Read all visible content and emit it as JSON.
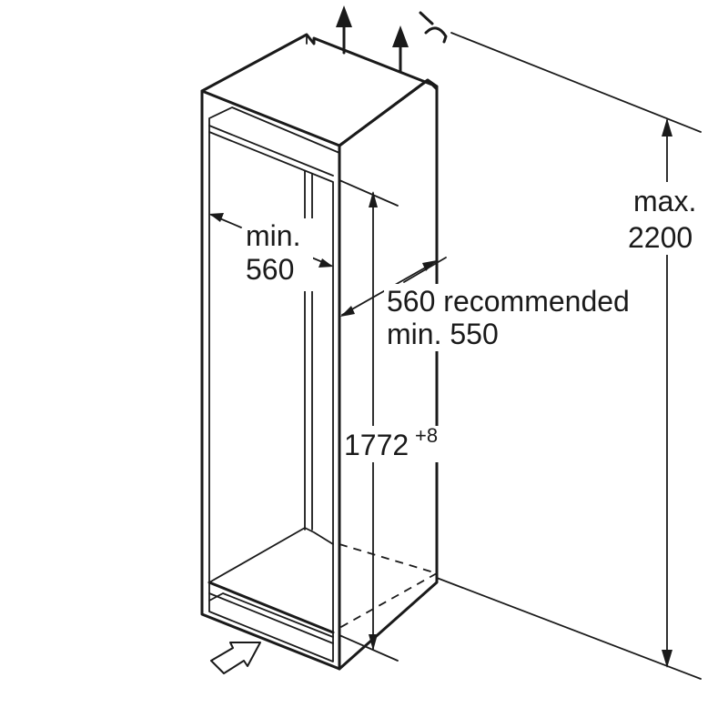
{
  "labels": {
    "inner_width_line1": "min.",
    "inner_width_line2": "560",
    "depth_line1": "560 recommended",
    "depth_line2": "min. 550",
    "niche_height_main": "1772",
    "niche_height_tolerance": "+8",
    "max_height_line1": "max.",
    "max_height_line2": "2200"
  },
  "icons": {
    "air_out_left": "arrow-up-icon",
    "air_out_right": "arrow-up-icon",
    "air_in": "hollow-arrow-icon",
    "ventilation": "ventilation-symbol-icon"
  },
  "colors": {
    "ink": "#1a1a1a",
    "background": "#ffffff"
  }
}
